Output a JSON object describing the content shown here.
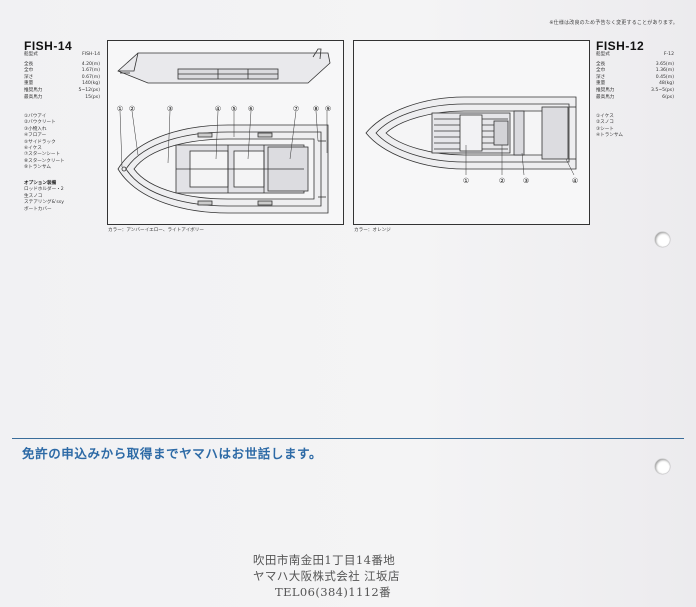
{
  "notice": "※仕様は改良のため予告なく変更することがあります。",
  "fish14": {
    "title": "FISH-14",
    "specs": [
      {
        "label": "船型式",
        "value": "FISH-14"
      },
      {
        "label": "全長",
        "value": "4.20(m)"
      },
      {
        "label": "全巾",
        "value": "1.67(m)"
      },
      {
        "label": "深さ",
        "value": "0.67(m)"
      },
      {
        "label": "重量",
        "value": "140(kg)"
      },
      {
        "label": "推奨馬力",
        "value": "5~12(ps)"
      },
      {
        "label": "最高馬力",
        "value": "15(ps)"
      }
    ],
    "parts": [
      "①バウアイ",
      "②バウクリート",
      "③小物入れ",
      "④フロアー",
      "⑤サイドラック",
      "⑥イケス",
      "⑦スターンシート",
      "⑧スターンクリート",
      "⑨トランサム"
    ],
    "options_title": "オプション装備",
    "options": [
      "ロッドホルダー・2",
      "生スノコ",
      "ステアリング&'ssy",
      "ボートカバー"
    ],
    "color_caption": "カラー：アンバーイエロー、ライトアイボリー",
    "callouts": [
      "①",
      "②",
      "③",
      "④",
      "⑤",
      "⑥",
      "⑦",
      "⑧",
      "⑨"
    ]
  },
  "fish12": {
    "title": "FISH-12",
    "specs": [
      {
        "label": "船型式",
        "value": "F-12"
      },
      {
        "label": "全長",
        "value": "3.65(m)"
      },
      {
        "label": "全巾",
        "value": "1.36(m)"
      },
      {
        "label": "深さ",
        "value": "0.45(m)"
      },
      {
        "label": "重量",
        "value": "48(kg)"
      },
      {
        "label": "推奨馬力",
        "value": "3.5~5(ps)"
      },
      {
        "label": "最高馬力",
        "value": "6(ps)"
      }
    ],
    "parts": [
      "①イケス",
      "②スノコ",
      "③シート",
      "④トランサム"
    ],
    "color_caption": "カラー：オレンジ",
    "callouts": [
      "①",
      "②",
      "③",
      "④"
    ]
  },
  "slogan": "免許の申込みから取得までヤマハはお世話します。",
  "dealer": {
    "address": "吹田市南金田1丁目14番地",
    "company": "ヤマハ大阪株式会社 江坂店",
    "tel": "TEL06(384)1112番"
  }
}
